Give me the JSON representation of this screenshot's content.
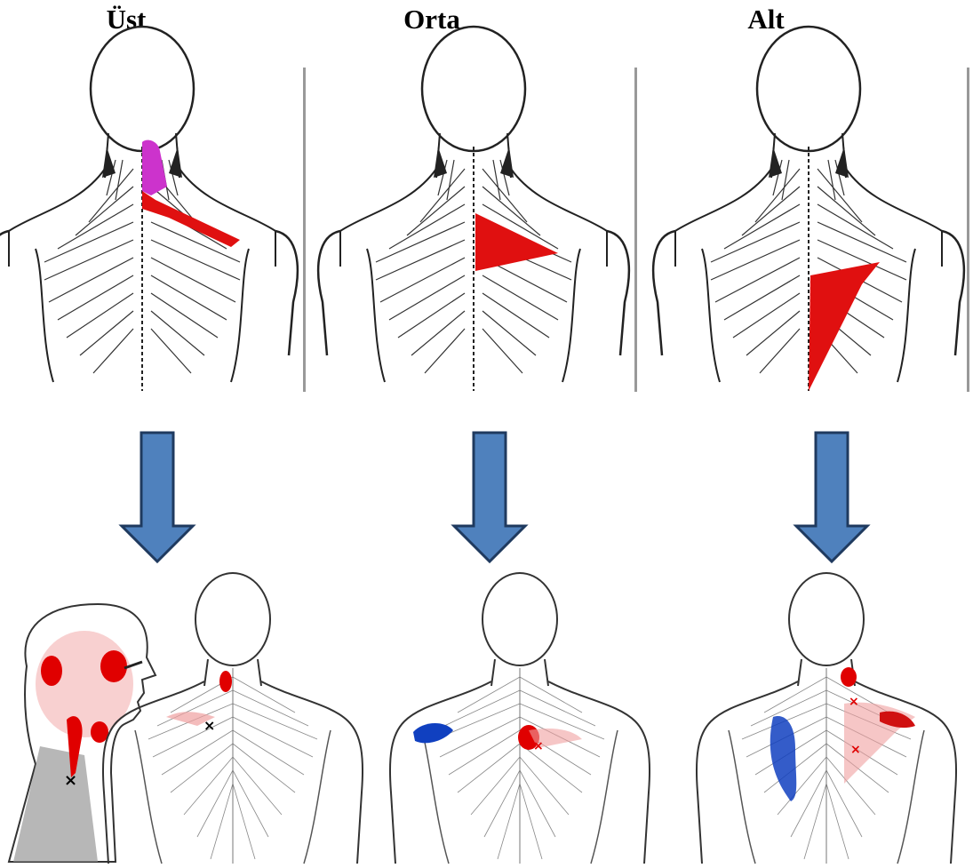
{
  "columns": [
    {
      "title": "Üst"
    },
    {
      "title": "Orta"
    },
    {
      "title": "Alt"
    }
  ],
  "colors": {
    "muscle_highlight": "#e01010",
    "upper_fiber_highlight": "#cc33cc",
    "arrow_fill": "#4f81bd",
    "arrow_stroke": "#1f3a5f",
    "pain_referral_red": "#e00000",
    "pain_referral_blue": "#1040c0"
  }
}
